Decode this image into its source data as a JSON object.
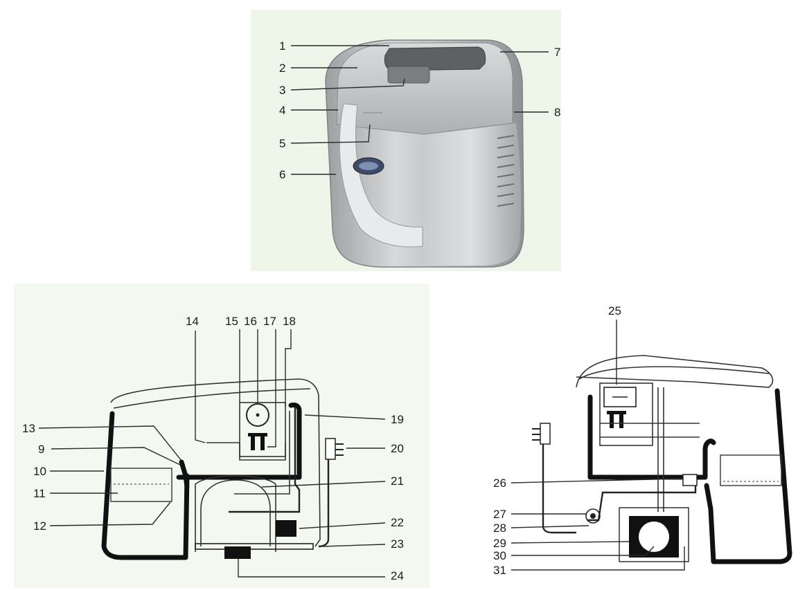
{
  "colors": {
    "photo_background": "#eef5e9",
    "panel_background": "#f3f8f0",
    "body_silver": "#c4c6c8",
    "line_dark": "#111111"
  },
  "figure": {
    "photo_callouts": [
      "1",
      "2",
      "3",
      "4",
      "5",
      "6",
      "7",
      "8"
    ],
    "left_callouts": [
      "9",
      "10",
      "11",
      "12",
      "13",
      "14",
      "15",
      "16",
      "17",
      "18",
      "19",
      "20",
      "21",
      "22",
      "23",
      "24"
    ],
    "right_callouts": [
      "25",
      "26",
      "27",
      "28",
      "29",
      "30",
      "31"
    ]
  }
}
